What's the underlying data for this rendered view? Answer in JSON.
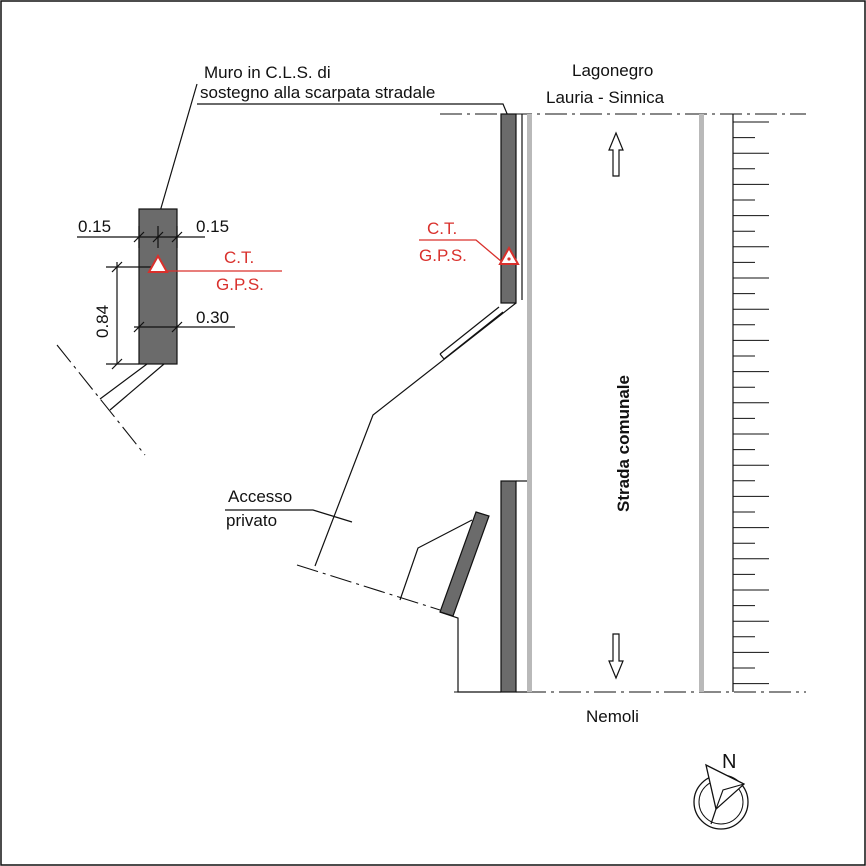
{
  "colors": {
    "line": "#111111",
    "wall_fill": "#6b6b6b",
    "road_edge": "#b9b9b9",
    "survey_point": "#d9302c",
    "background": "#ffffff"
  },
  "labels": {
    "wall_note_line1": "Muro in C.L.S. di",
    "wall_note_line2": "sostegno alla scarpata stradale",
    "north_dest_line1": "Lagonegro",
    "north_dest_line2": "Lauria - Sinnica",
    "south_dest": "Nemoli",
    "road_name": "Strada comunale",
    "access_line1": "Accesso",
    "access_line2": "privato",
    "north": "N"
  },
  "detail": {
    "dim_left": "0.15",
    "dim_right": "0.15",
    "dim_height": "0.84",
    "dim_base": "0.30",
    "survey_line1": "C.T.",
    "survey_line2": "G.P.S."
  },
  "plan": {
    "survey_line1": "C.T.",
    "survey_line2": "G.P.S."
  },
  "icons": {
    "north_arrow": "compass-north-arrow-icon",
    "direction_arrows": "arrow-icon",
    "survey_marker": "triangle-survey-marker-icon"
  }
}
